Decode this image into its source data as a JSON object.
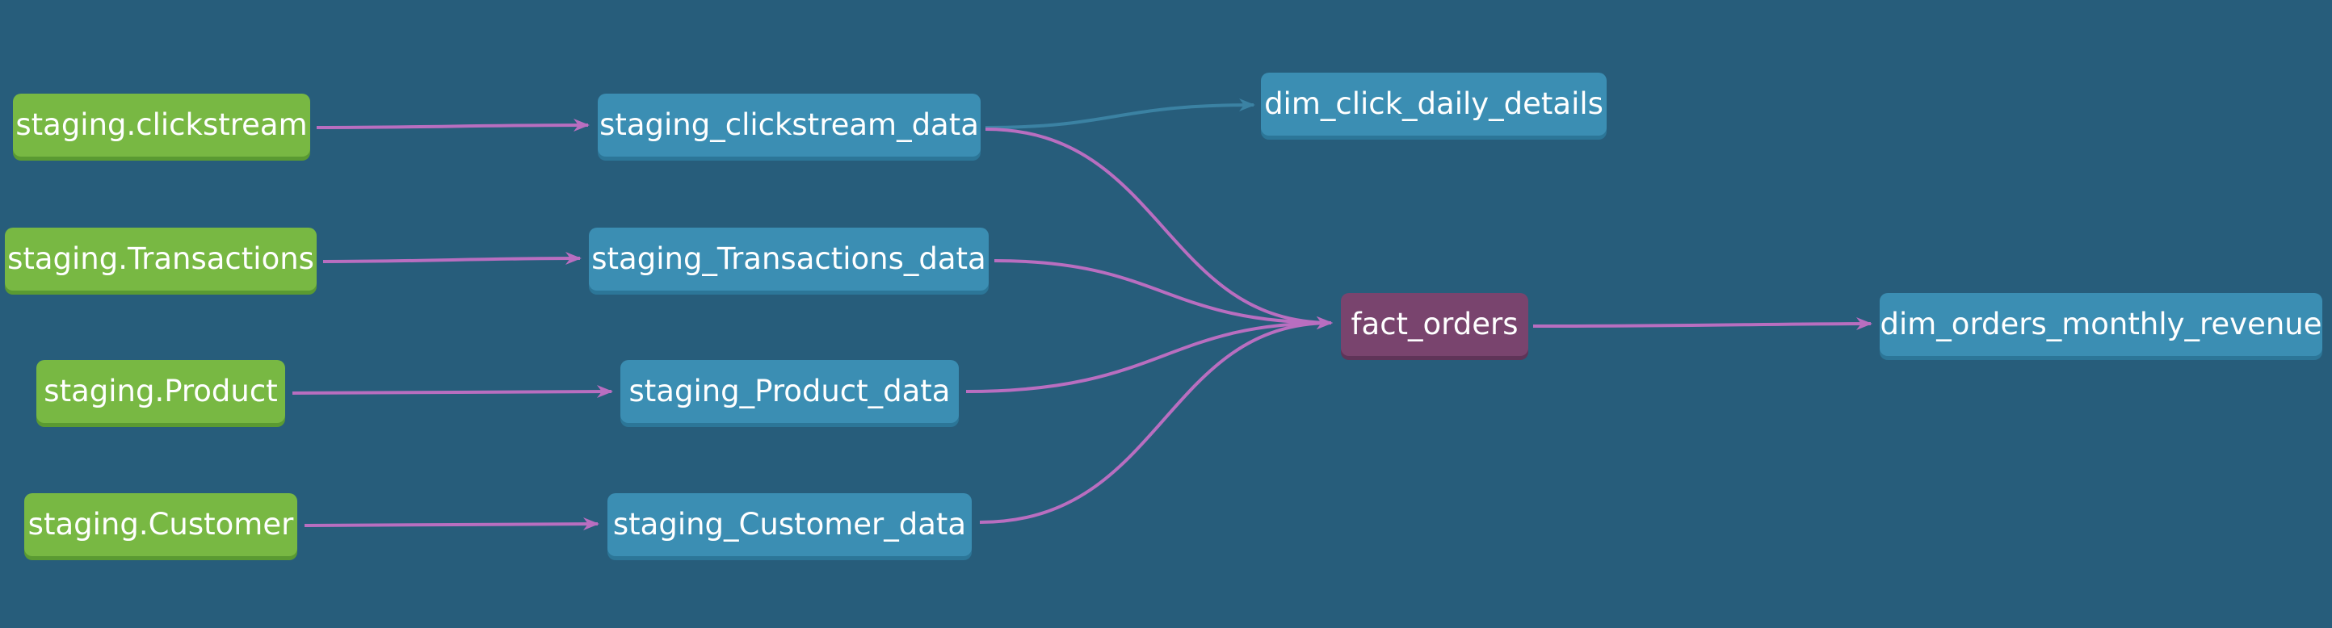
{
  "colors": {
    "background": "#275d7b",
    "source_node": "#78b843",
    "model_node": "#3b8eb3",
    "fact_node": "#79446e",
    "edge": "#b96ec0",
    "edge_faded": "#3b82a3"
  },
  "sources": {
    "clickstream": "staging.clickstream",
    "transactions": "staging.Transactions",
    "product": "staging.Product",
    "customer": "staging.Customer"
  },
  "staging_models": {
    "clickstream": "staging_clickstream_data",
    "transactions": "staging_Transactions_data",
    "product": "staging_Product_data",
    "customer": "staging_Customer_data"
  },
  "marts": {
    "click_daily": "dim_click_daily_details",
    "fact_orders": "fact_orders",
    "orders_monthly_revenue": "dim_orders_monthly_revenue"
  }
}
